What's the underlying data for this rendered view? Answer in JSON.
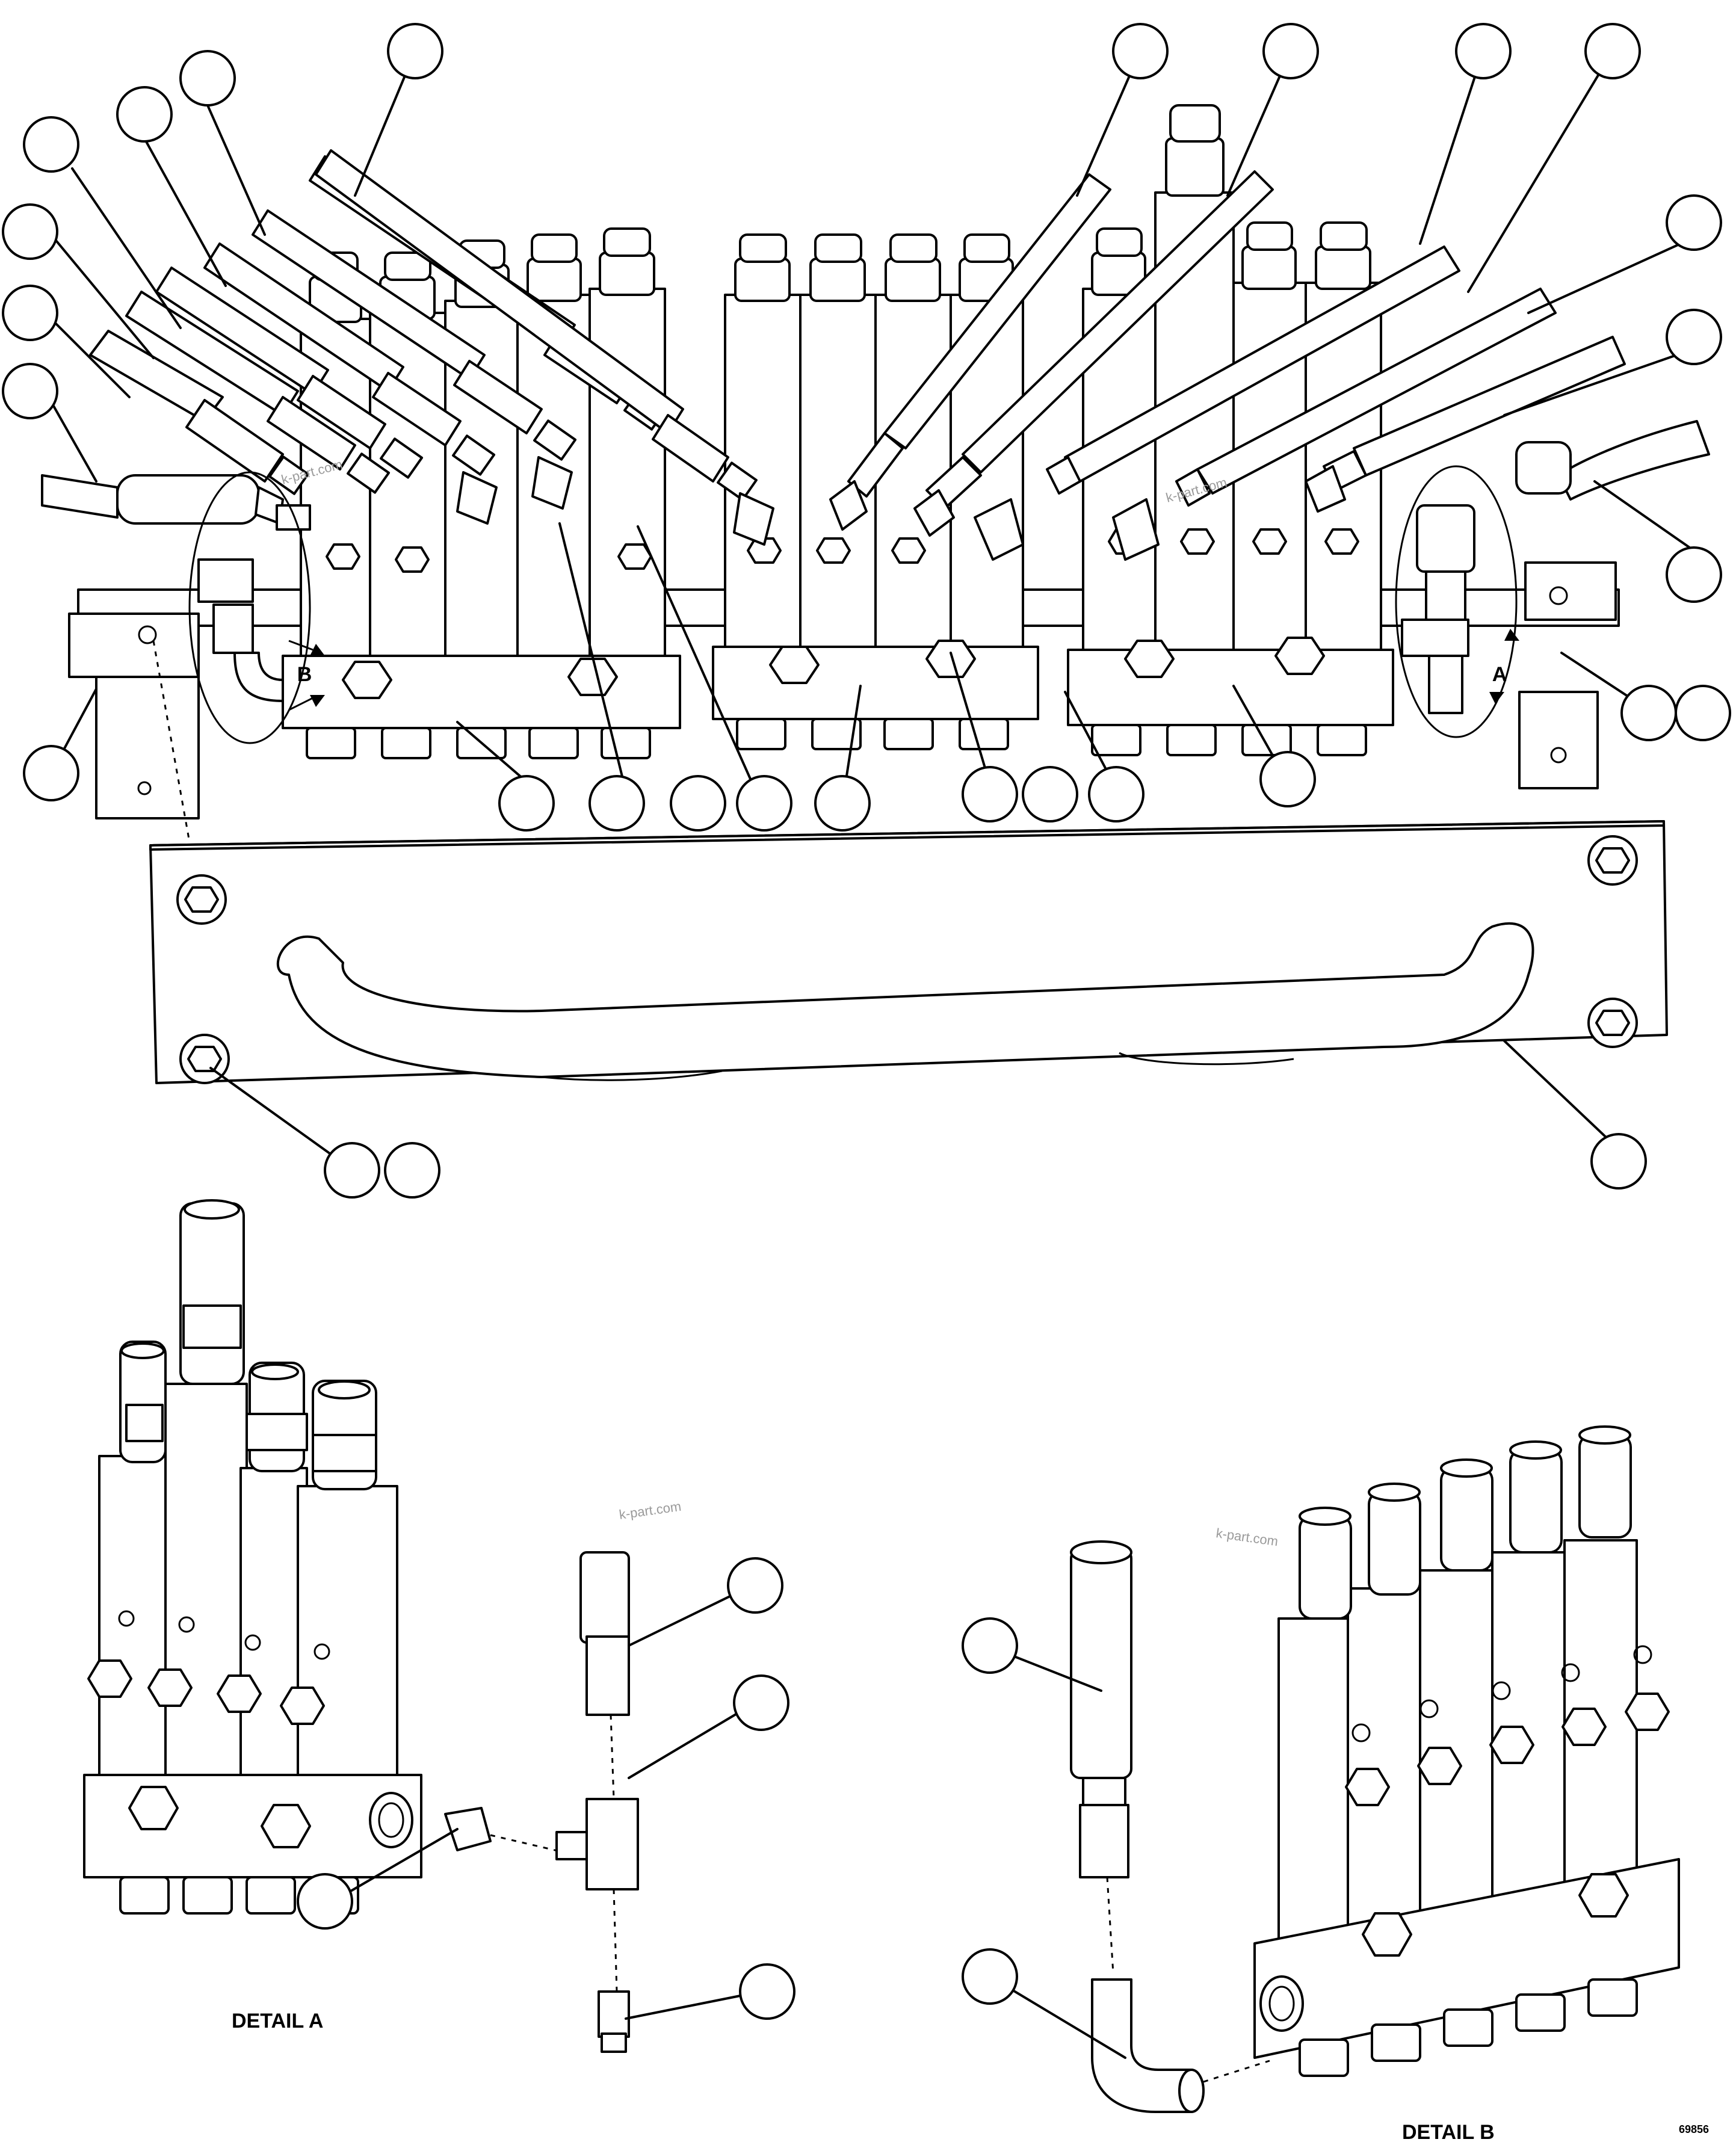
{
  "detail_markers": {
    "a": "A",
    "b": "B"
  },
  "captions": {
    "detail_a": "DETAIL A",
    "detail_b": "DETAIL B",
    "figure_number": "69856"
  },
  "watermarks": [
    "k-part.com",
    "k-part.com",
    "k-part.com",
    "k-part.com"
  ]
}
